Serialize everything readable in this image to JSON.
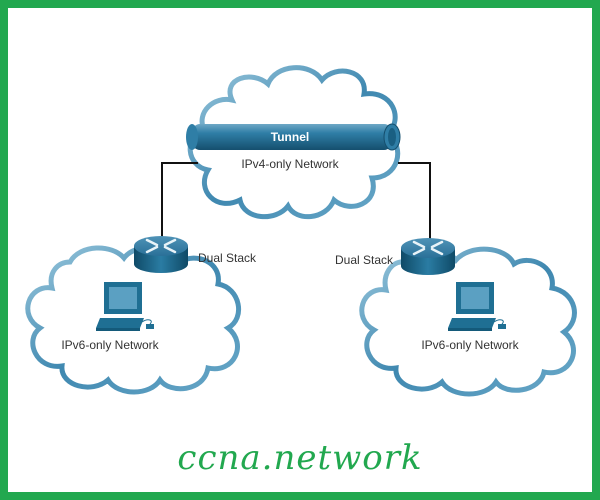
{
  "diagram": {
    "title": "IPv6 tunneling over IPv4-only network",
    "nodes": {
      "core_network": {
        "label": "IPv4-only Network",
        "type": "cloud"
      },
      "tunnel": {
        "label": "Tunnel",
        "type": "tunnel-pipe"
      },
      "left_router": {
        "label": "Dual Stack",
        "type": "router"
      },
      "right_router": {
        "label": "Dual Stack",
        "type": "router"
      },
      "left_network": {
        "label": "IPv6-only Network",
        "type": "cloud",
        "device": "pc-icon"
      },
      "right_network": {
        "label": "IPv6-only Network",
        "type": "cloud",
        "device": "pc-icon"
      }
    },
    "links": [
      {
        "from": "left_router",
        "to": "tunnel"
      },
      {
        "from": "right_router",
        "to": "tunnel"
      }
    ]
  },
  "watermark": "ccna.network",
  "colors": {
    "border": "#22a84f",
    "cloud": "#3f88b0",
    "device": "#1f6f93",
    "brand": "#22a84f"
  }
}
